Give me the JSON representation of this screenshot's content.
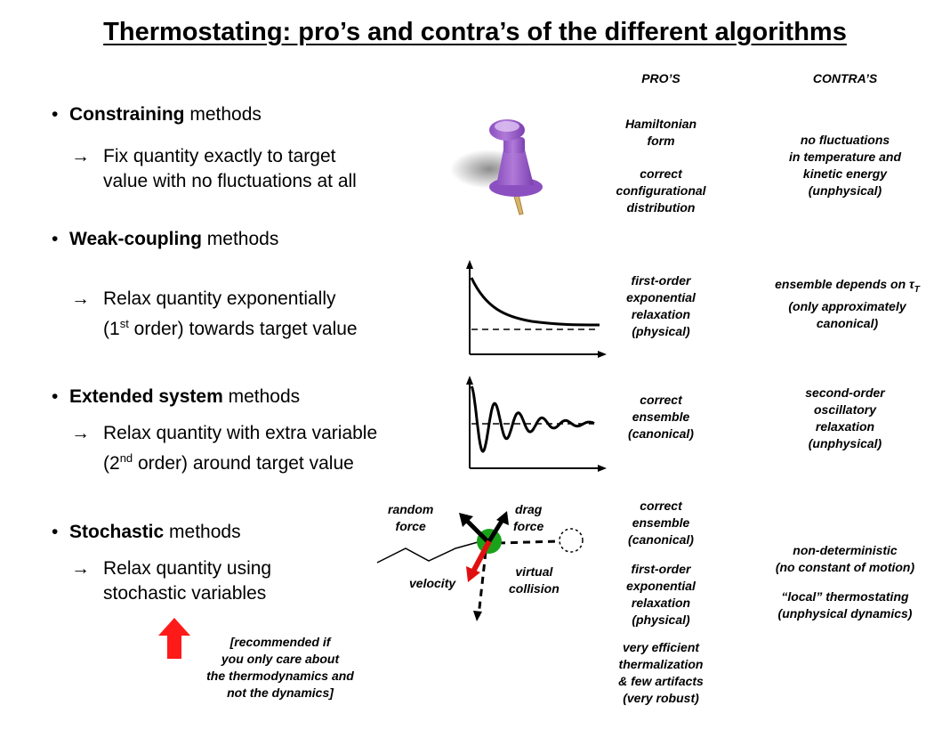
{
  "title": "Thermostating: pro’s and contra’s of the different algorithms",
  "column_headers": {
    "pros": "PRO’S",
    "cons": "CONTRA’S"
  },
  "bullet_glyph": "•",
  "arrow_glyph": "→",
  "methods": [
    {
      "name_bold": "Constraining",
      "name_rest": " methods",
      "desc": [
        "Fix quantity exactly to target",
        "value with no fluctuations at all"
      ],
      "pros": [
        [
          "Hamiltonian",
          "form"
        ],
        [
          "correct",
          "configurational",
          "distribution"
        ]
      ],
      "cons": [
        [
          "no fluctuations",
          "in temperature and",
          "kinetic energy",
          "(unphysical)"
        ]
      ]
    },
    {
      "name_bold": "Weak-coupling",
      "name_rest": " methods",
      "desc_line1": "Relax quantity exponentially",
      "desc_line2_pre": "(1",
      "desc_line2_sup": "st",
      "desc_line2_post": " order) towards target value",
      "pros": [
        [
          "first-order",
          "exponential",
          "relaxation",
          "(physical)"
        ]
      ],
      "cons": [
        [
          "ensemble depends on τ",
          "(only approximately",
          "canonical)"
        ]
      ],
      "cons_subscript": "T"
    },
    {
      "name_bold": "Extended system",
      "name_rest": " methods",
      "desc_line1": "Relax quantity with extra variable",
      "desc_line2_pre": "(2",
      "desc_line2_sup": "nd",
      "desc_line2_post": " order) around target value",
      "pros": [
        [
          "correct",
          "ensemble",
          "(canonical)"
        ]
      ],
      "cons": [
        [
          "second-order",
          "oscillatory",
          "relaxation",
          "(unphysical)"
        ]
      ]
    },
    {
      "name_bold": "Stochastic",
      "name_rest": " methods",
      "desc": [
        "Relax quantity using",
        "stochastic variables"
      ],
      "pros": [
        [
          "correct",
          "ensemble",
          "(canonical)"
        ],
        [
          "first-order",
          "exponential",
          "relaxation",
          "(physical)"
        ],
        [
          "very efficient",
          "thermalization",
          "& few artifacts",
          "(very robust)"
        ]
      ],
      "cons": [
        [
          "non-deterministic",
          "(no constant of motion)"
        ],
        [
          "“local” thermostating",
          "(unphysical dynamics)"
        ]
      ]
    }
  ],
  "stochastic_figure": {
    "labels": {
      "random_force": [
        "random",
        "force"
      ],
      "drag_force": [
        "drag",
        "force"
      ],
      "velocity": "velocity",
      "virtual_collision": [
        "virtual",
        "collision"
      ]
    },
    "particle_color": "#1aa31a",
    "velocity_color": "#e01010"
  },
  "recommendation": [
    "[recommended if",
    "you only care about",
    "the thermodynamics and",
    "not the dynamics]"
  ],
  "recommend_arrow_color": "#ff1a1a",
  "pushpin_color": "#b07ad8"
}
